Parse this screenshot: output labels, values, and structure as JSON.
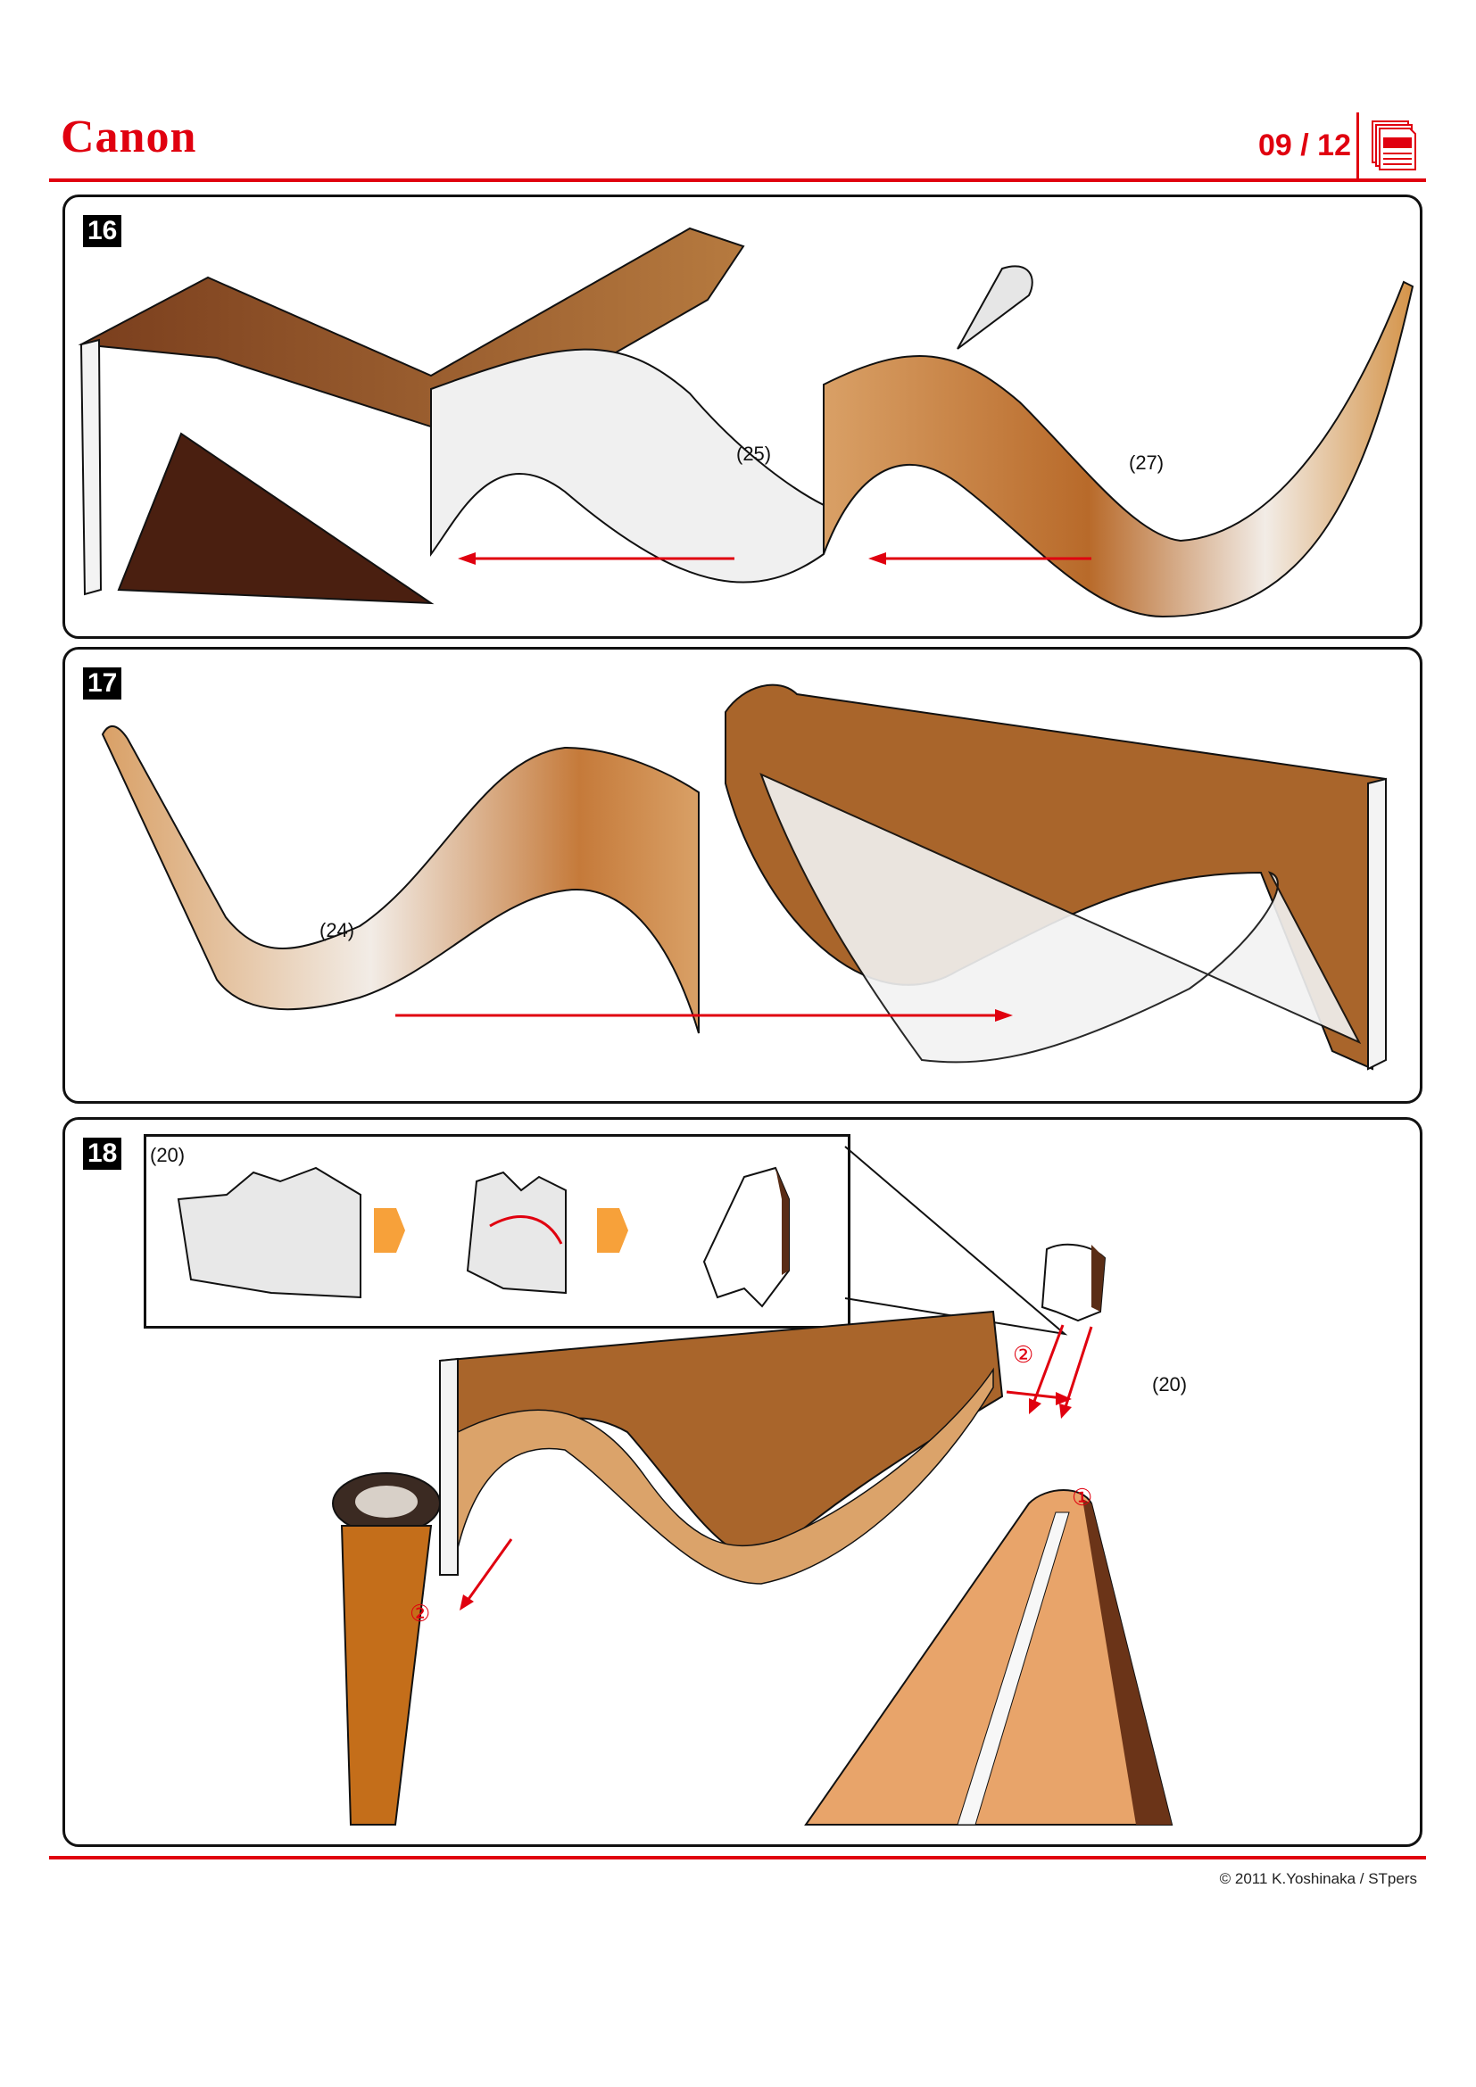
{
  "header": {
    "brand": "Canon",
    "page_indicator": "09 / 12",
    "icon": "document-stack-icon",
    "accent_color": "#e0000f"
  },
  "steps": [
    {
      "number": "16",
      "labels": [
        "(25)",
        "(27)"
      ]
    },
    {
      "number": "17",
      "labels": [
        "(24)"
      ]
    },
    {
      "number": "18",
      "inset_label": "(20)",
      "labels": [
        "(20)"
      ],
      "markers": [
        "②",
        "①",
        "②"
      ]
    }
  ],
  "footer": {
    "copyright": "© 2011 K.Yoshinaka / STpers"
  }
}
